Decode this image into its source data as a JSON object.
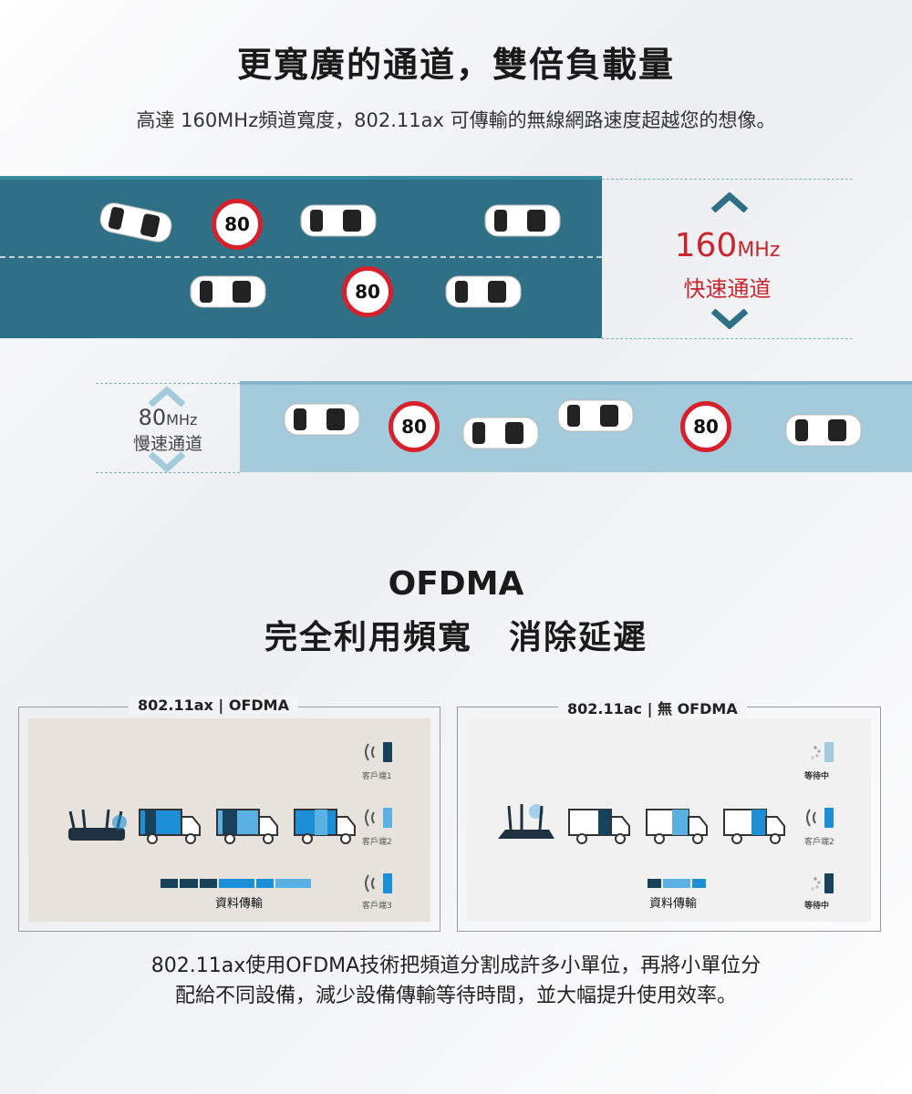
{
  "section1": {
    "title": "更寬廣的通道，雙倍負載量",
    "subtitle": "高達 160MHz頻道寬度，802.11ax 可傳輸的無線網路速度超越您的想像。",
    "fast_lane": {
      "value": "160",
      "unit": "MHz",
      "name": "快速通道",
      "color": "#c9252c"
    },
    "slow_lane": {
      "value": "80",
      "unit": "MHz",
      "name": "慢速通道"
    },
    "speed_sign": "80"
  },
  "section2": {
    "title_line1": "OFDMA",
    "title_line2a": "完全利用頻寬",
    "title_line2b": "消除延遲",
    "left_panel": {
      "heading": "802.11ax | OFDMA",
      "client1": "客戶端1",
      "client2": "客戶端2",
      "client3": "客戶端3",
      "data_label": "資料傳輸"
    },
    "right_panel": {
      "heading": "802.11ac | 無 OFDMA",
      "waiting_top": "等待中",
      "client2": "客戶端2",
      "waiting_bottom": "等待中",
      "data_label": "資料傳輸"
    },
    "body_line1": "802.11ax使用OFDMA技術把頻道分割成許多小單位，再將小單位分",
    "body_line2": "配給不同設備，減少設備傳輸等待時間，並大幅提升使用效率。"
  },
  "colors": {
    "fast_road": "#2f7086",
    "slow_road": "#a4cbdb",
    "sign_ring": "#d8202a",
    "accent_blue": "#1d8fd6",
    "navy": "#17425a"
  }
}
